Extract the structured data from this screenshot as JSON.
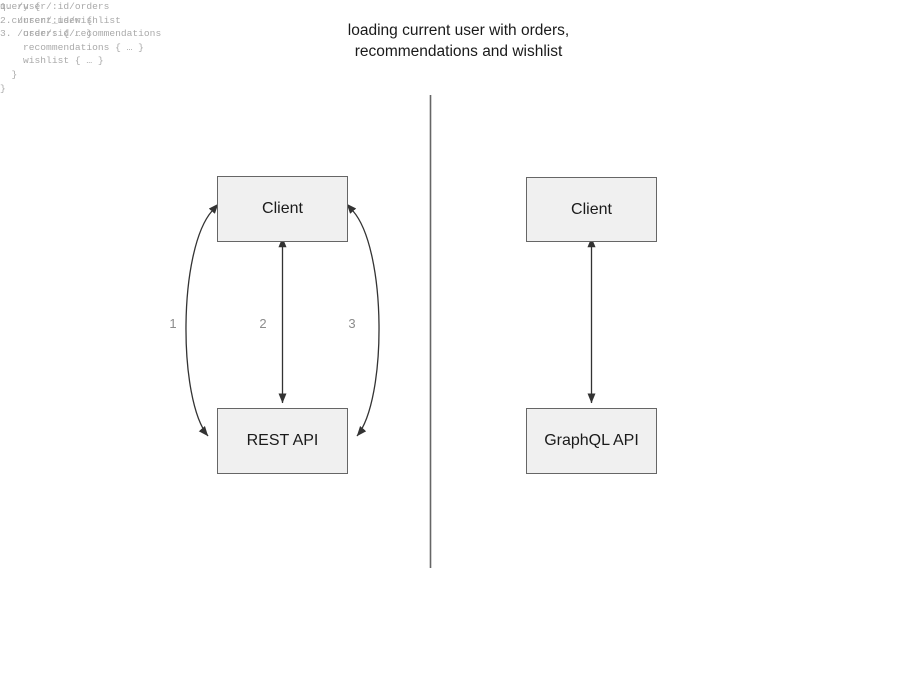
{
  "diagram": {
    "title": "loading current user with orders,\nrecommendations and wishlist",
    "divider_color": "#666666",
    "node_fill": "#f0f0f0",
    "node_stroke": "#666666",
    "edge_stroke": "#333333",
    "annotation_color": "#aaaaaa",
    "left_panel": {
      "name": "rest-approach",
      "client_label": "Client",
      "api_label": "REST API",
      "endpoints_text": "1. /user/:id/orders\n2. /user/:id/wishlist\n3. /user/:id/recommendations",
      "endpoints": [
        "1. /user/:id/orders",
        "2. /user/:id/wishlist",
        "3. /user/:id/recommendations"
      ],
      "edge_labels": [
        "1",
        "2",
        "3"
      ]
    },
    "right_panel": {
      "name": "graphql-approach",
      "client_label": "Client",
      "api_label": "GraphQL API",
      "query_text": "query {\n  current_user {\n    orders { … }\n    recommendations { … }\n    wishlist { … }\n  }\n}",
      "query_lines": [
        "query {",
        "  current_user {",
        "    orders { … }",
        "    recommendations { … }",
        "    wishlist { … }",
        "  }",
        "}"
      ]
    }
  }
}
